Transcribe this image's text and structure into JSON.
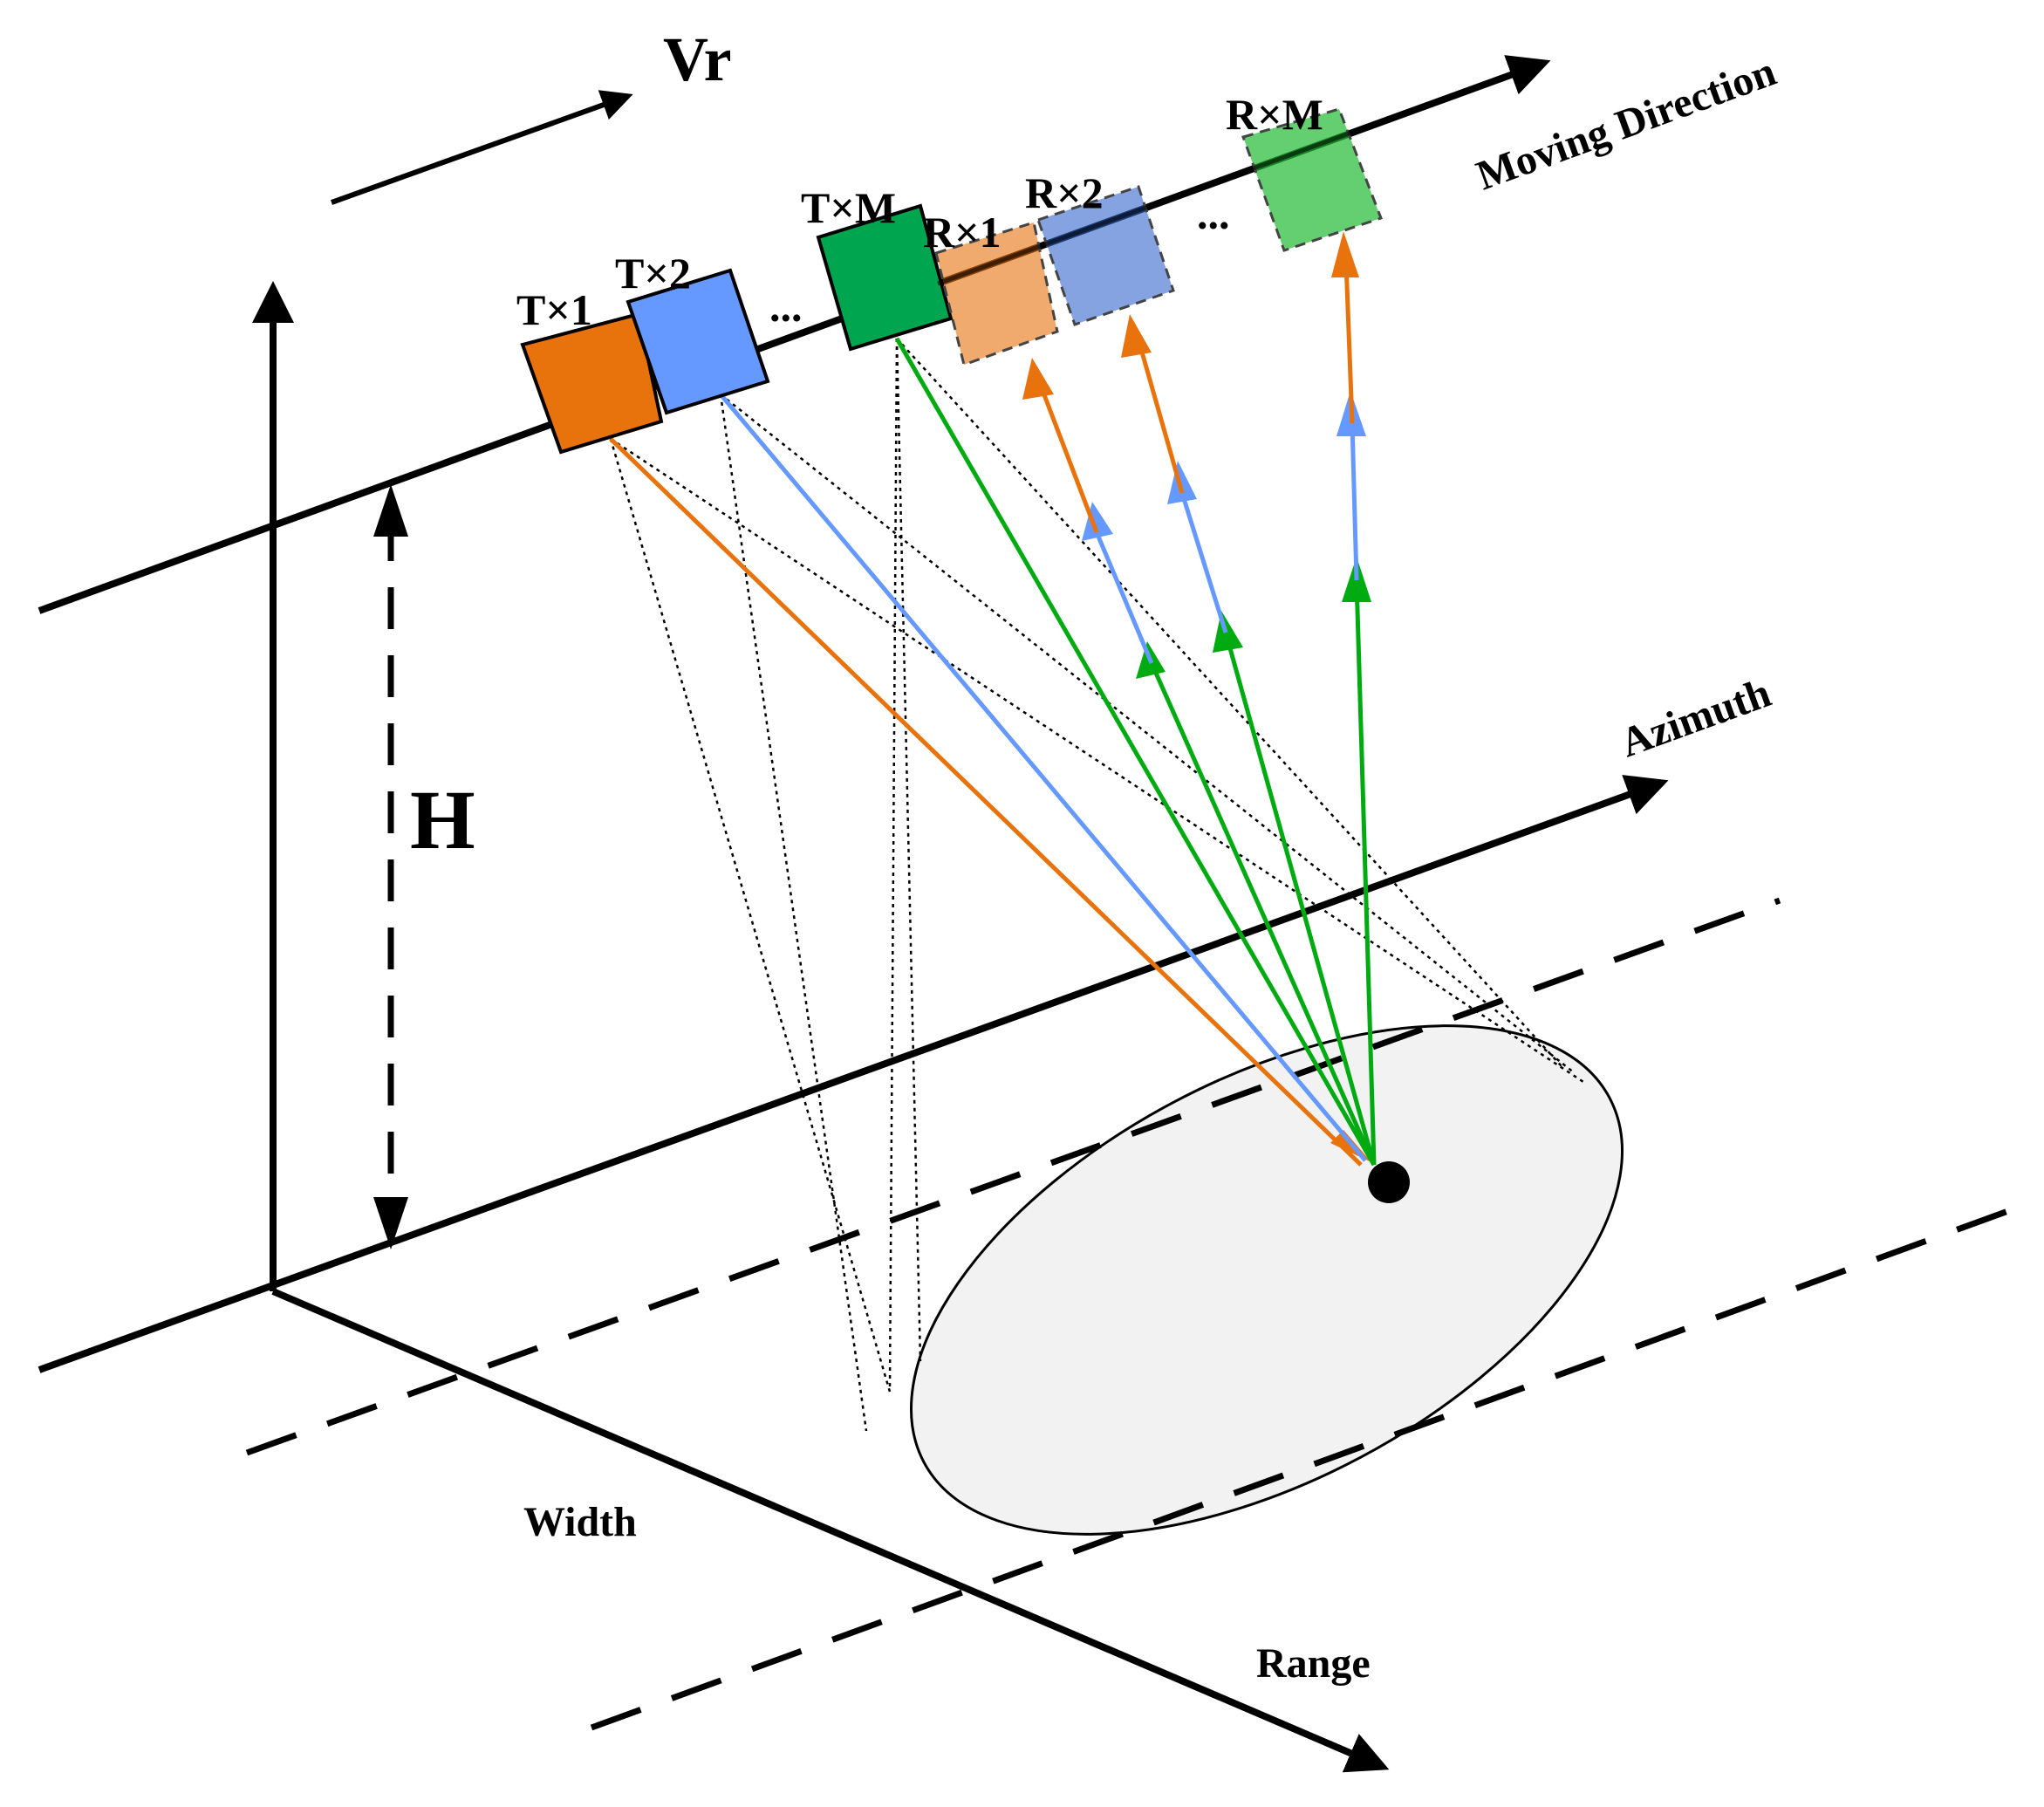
{
  "labels": {
    "velocity": "Vr",
    "moving_direction": "Moving Direction",
    "azimuth": "Azimuth",
    "height": "H",
    "width": "Width",
    "range": "Range",
    "ellipsis": "..."
  },
  "transmitters": [
    {
      "label": "T×1",
      "color": "#E8720C"
    },
    {
      "label": "T×2",
      "color": "#6699FF"
    },
    {
      "label": "T×M",
      "color": "#00A550"
    }
  ],
  "receivers": [
    {
      "label": "R×1",
      "color": "#E8720C"
    },
    {
      "label": "R×2",
      "color": "#6699FF"
    },
    {
      "label": "R×M",
      "color": "#22BB33"
    }
  ],
  "colors": {
    "orange": "#E8720C",
    "blue": "#6699FF",
    "green": "#00A550",
    "ellipse_fill": "#F2F2F2",
    "line": "#000000"
  }
}
